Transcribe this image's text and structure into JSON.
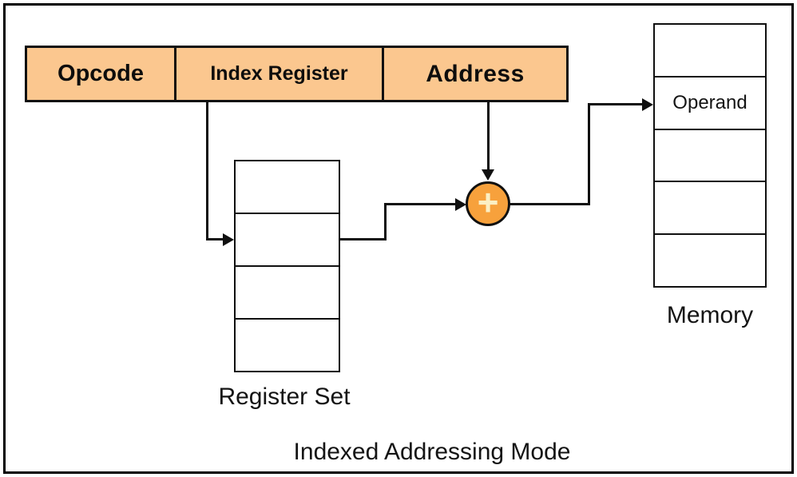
{
  "title": "Indexed Addressing Mode",
  "instruction_format": {
    "fields": [
      {
        "label": "Opcode"
      },
      {
        "label": "Index Register"
      },
      {
        "label": "Address"
      }
    ]
  },
  "register_set": {
    "label": "Register Set",
    "cells": [
      "",
      "",
      "",
      ""
    ]
  },
  "memory": {
    "label": "Memory",
    "cells": [
      "",
      "Operand",
      "",
      "",
      ""
    ]
  },
  "adder": {
    "symbol": "+"
  },
  "colors": {
    "field_fill": "#FBC78F",
    "adder_fill": "#F7A13C",
    "adder_symbol": "#FBEFC4",
    "line": "#101010",
    "background": "#FFFFFF"
  }
}
